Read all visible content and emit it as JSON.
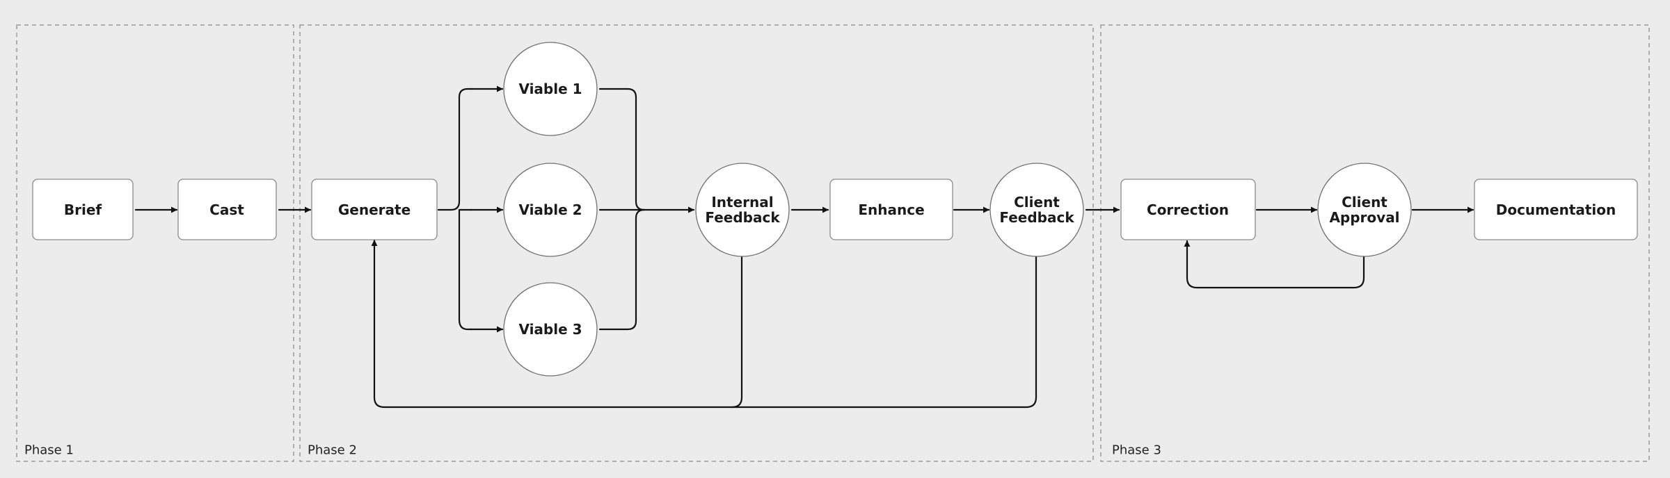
{
  "phases": [
    "Phase 1",
    "Phase 2",
    "Phase 3"
  ],
  "nodes": {
    "brief": "Brief",
    "cast": "Cast",
    "generate": "Generate",
    "viable1": "Viable 1",
    "viable2": "Viable 2",
    "viable3": "Viable 3",
    "internal_feedback": [
      "Internal",
      "Feedback"
    ],
    "enhance": "Enhance",
    "client_feedback": [
      "Client",
      "Feedback"
    ],
    "correction": "Correction",
    "client_approval": [
      "Client",
      "Approval"
    ],
    "documentation": "Documentation"
  },
  "edges": [
    [
      "brief",
      "cast"
    ],
    [
      "cast",
      "generate"
    ],
    [
      "generate",
      "viable1"
    ],
    [
      "generate",
      "viable2"
    ],
    [
      "generate",
      "viable3"
    ],
    [
      "viable1",
      "internal_feedback"
    ],
    [
      "viable2",
      "internal_feedback"
    ],
    [
      "viable3",
      "internal_feedback"
    ],
    [
      "internal_feedback",
      "enhance"
    ],
    [
      "enhance",
      "client_feedback"
    ],
    [
      "client_feedback",
      "correction"
    ],
    [
      "correction",
      "client_approval"
    ],
    [
      "client_approval",
      "documentation"
    ],
    [
      "internal_feedback",
      "generate"
    ],
    [
      "client_feedback",
      "generate"
    ],
    [
      "client_approval",
      "correction"
    ]
  ]
}
